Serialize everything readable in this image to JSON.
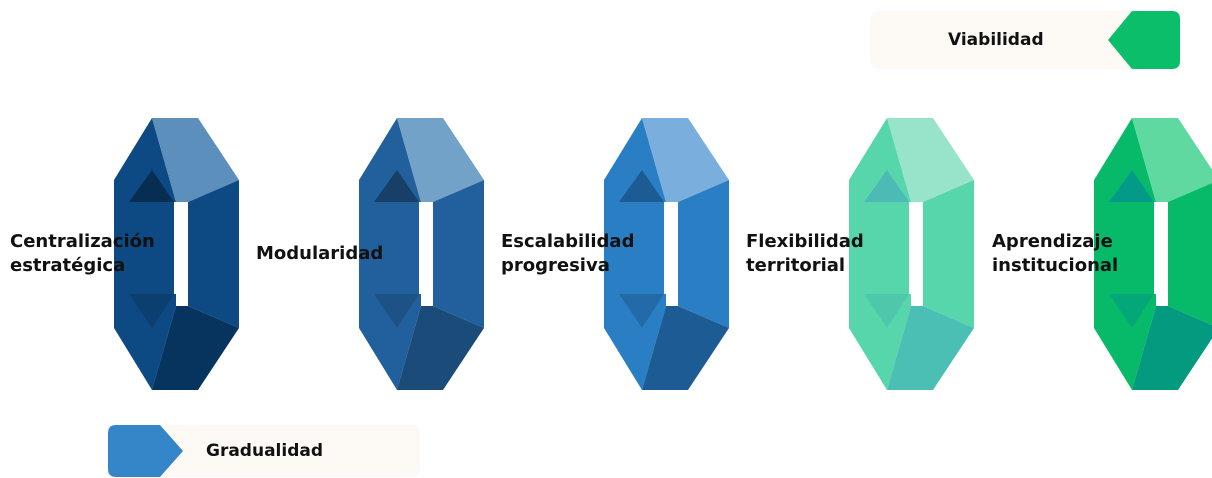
{
  "stages": [
    {
      "label": "Centralización\nestratégica",
      "colors": {
        "left": "#0d4a84",
        "top": "#5c8fbb",
        "right": "#0d4a84",
        "bottom": "#06345f",
        "inner_top": "#072d52",
        "inner_bottom": "#0a3f70"
      }
    },
    {
      "label": "Modularidad",
      "colors": {
        "left": "#21609c",
        "top": "#72a2c8",
        "right": "#21609c",
        "bottom": "#1b4c79",
        "inner_top": "#173f68",
        "inner_bottom": "#1c5286"
      }
    },
    {
      "label": "Escalabilidad\nprogresiva",
      "colors": {
        "left": "#2a7fc4",
        "top": "#7aafdd",
        "right": "#2a7fc4",
        "bottom": "#1d5b94",
        "inner_top": "#1d5b94",
        "inner_bottom": "#236aa8"
      }
    },
    {
      "label": "Flexibilidad\nterritorial",
      "colors": {
        "left": "#56d6aa",
        "top": "#98e4cb",
        "right": "#56d6aa",
        "bottom": "#4cbfb5",
        "inner_top": "#4cbbb5",
        "inner_bottom": "#4fc7aa"
      }
    },
    {
      "label": "Aprendizaje\ninstitucional",
      "colors": {
        "left": "#07ba6a",
        "top": "#5fd9a0",
        "right": "#07ba6a",
        "bottom": "#049a7f",
        "inner_top": "#049a8a",
        "inner_bottom": "#04a878"
      }
    }
  ],
  "tags": {
    "viabilidad": {
      "label": "Viabilidad",
      "color": "#0bbf6a"
    },
    "gradualidad": {
      "label": "Gradualidad",
      "color": "#3486c8"
    }
  }
}
